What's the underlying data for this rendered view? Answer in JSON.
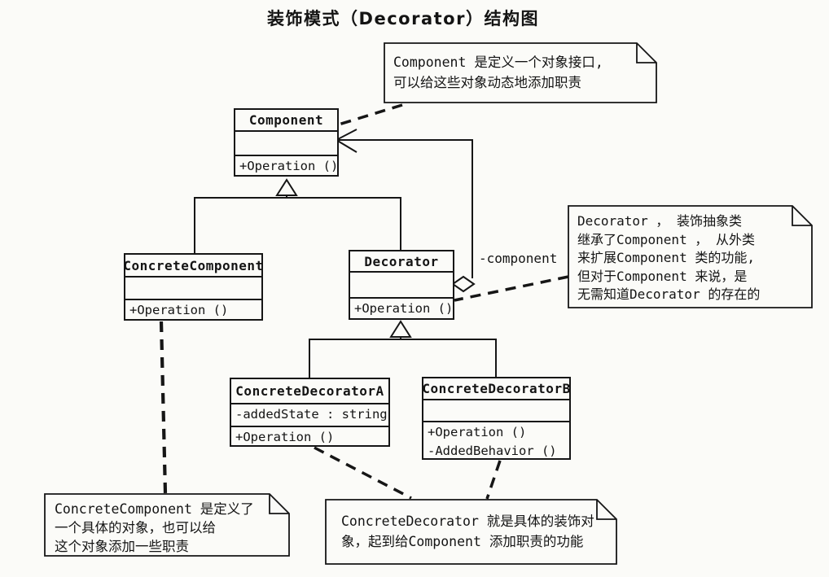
{
  "title": "装饰模式（Decorator）结构图",
  "colors": {
    "line": "#161616",
    "paper": "#fbfbf8"
  },
  "classes": {
    "component": {
      "name": "Component",
      "attributes": [],
      "operations": [
        "+Operation ()"
      ]
    },
    "concrete_component": {
      "name": "ConcreteComponent",
      "attributes": [],
      "operations": [
        "+Operation ()"
      ]
    },
    "decorator": {
      "name": "Decorator",
      "attributes": [],
      "operations": [
        "+Operation ()"
      ]
    },
    "concrete_decorator_a": {
      "name": "ConcreteDecoratorA",
      "attributes": [
        "-addedState : string"
      ],
      "operations": [
        "+Operation ()"
      ]
    },
    "concrete_decorator_b": {
      "name": "ConcreteDecoratorB",
      "attributes": [],
      "operations": [
        "+Operation ()",
        "-AddedBehavior ()"
      ]
    }
  },
  "labels": {
    "association": "-component"
  },
  "notes": {
    "component": {
      "lines": [
        "Component 是定义一个对象接口,",
        "可以给这些对象动态地添加职责"
      ]
    },
    "decorator": {
      "lines": [
        "Decorator ， 装饰抽象类",
        "继承了Component ， 从外类",
        "来扩展Component 类的功能,",
        "但对于Component 来说，是",
        "无需知道Decorator 的存在的"
      ]
    },
    "concrete_component": {
      "lines": [
        "ConcreteComponent 是定义了",
        "一个具体的对象，也可以给",
        "这个对象添加一些职责"
      ]
    },
    "concrete_decorator": {
      "lines": [
        "ConcreteDecorator 就是具体的装饰对",
        "象，起到给Component 添加职责的功能"
      ]
    }
  }
}
